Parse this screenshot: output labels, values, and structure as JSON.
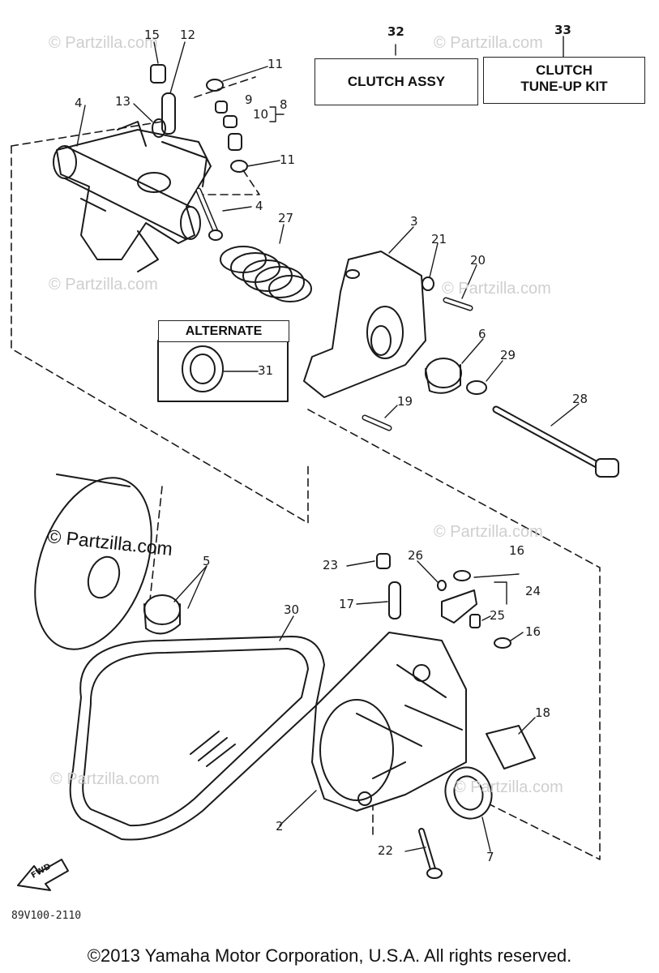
{
  "labels": {
    "l2": "2",
    "l3": "3",
    "l4a": "4",
    "l4b": "4",
    "l5": "5",
    "l6": "6",
    "l7": "7",
    "l8": "8",
    "l9": "9",
    "l10": "10",
    "l11a": "11",
    "l11b": "11",
    "l12": "12",
    "l13": "13",
    "l15": "15",
    "l16a": "16",
    "l16b": "16",
    "l17": "17",
    "l18": "18",
    "l19": "19",
    "l20": "20",
    "l21": "21",
    "l22": "22",
    "l23": "23",
    "l24": "24",
    "l25": "25",
    "l26": "26",
    "l27": "27",
    "l28": "28",
    "l29": "29",
    "l30": "30",
    "l31": "31",
    "l32": "32",
    "l33": "33"
  },
  "boxes": {
    "clutch_assy": "CLUTCH ASSY",
    "tuneup_line1": "CLUTCH",
    "tuneup_line2": "TUNE-UP KIT",
    "alternate": "ALTERNATE"
  },
  "watermarks": {
    "w1": "© Partzilla.com",
    "w2": "© Partzilla.com",
    "w3": "© Partzilla.com",
    "w4": "© Partzilla.com",
    "w5": "© Partzilla.com",
    "w6": "© Partzilla.com",
    "w7": "© Partzilla.com",
    "main": "© Partzilla.com"
  },
  "fwd": "FWD",
  "diagram_code": "89V100-2110",
  "copyright": "©2013 Yamaha Motor Corporation, U.S.A. All rights reserved."
}
